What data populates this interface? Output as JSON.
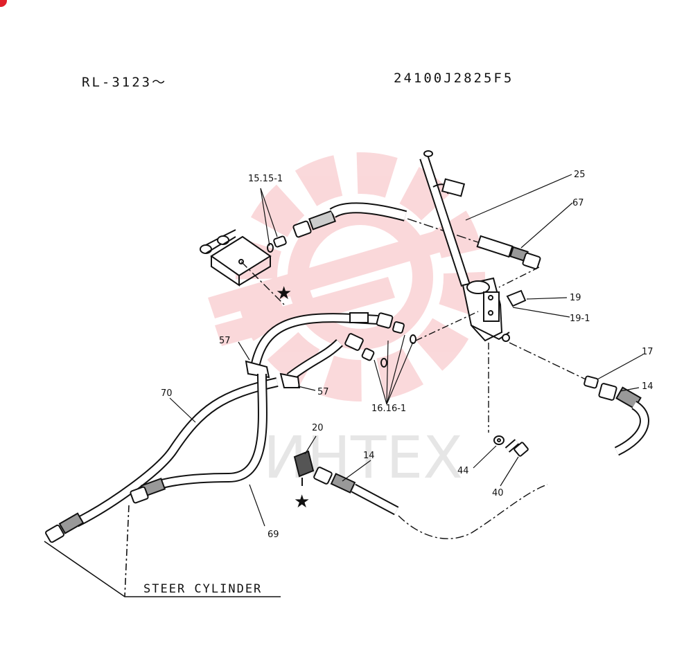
{
  "header": {
    "serial_range": "RL-3123～",
    "part_number": "24100J2825F5"
  },
  "caption": "STEER CYLINDER",
  "watermark": {
    "text": "ИНТЕХ",
    "color": "#f6b9bd"
  },
  "callouts": {
    "c15": "15.15-1",
    "c25": "25",
    "c67": "67",
    "c19": "19",
    "c19_1": "19-1",
    "c57a": "57",
    "c57b": "57",
    "c16": "16.16-1",
    "c17": "17",
    "c14a": "14",
    "c14b": "14",
    "c20": "20",
    "c70": "70",
    "c69": "69",
    "c44": "44",
    "c40": "40"
  },
  "icons": {
    "star": "star-icon",
    "corner": "red-dot-icon"
  }
}
